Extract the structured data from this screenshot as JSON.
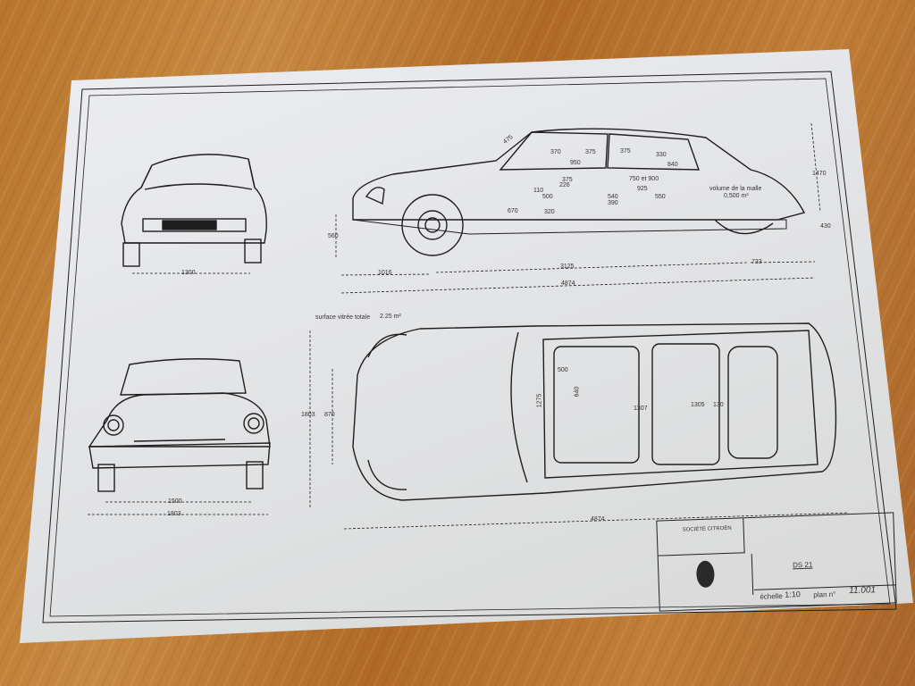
{
  "scene": {
    "description": "Photograph of a Citroën DS 21 technical blueprint on a wooden table",
    "colors": {
      "table": "#b8752e",
      "paper": "#e6e7ea",
      "ink": "#1e1e1e"
    }
  },
  "side_view": {
    "dims": {
      "windshield": "475",
      "front_window_h": "370",
      "b_pillar_span": "950",
      "front_door_window": "375",
      "rear_door_window": "375",
      "rear_window_h": "330",
      "rear_quarter": "840",
      "seat_375": "375",
      "seat_226": "226",
      "dim_110": "110",
      "seat_depth": "500",
      "dim_540": "540",
      "dim_390": "390",
      "legroom": "750 et 900",
      "dim_925": "925",
      "dim_550": "550",
      "dim_670": "670",
      "dim_320": "320",
      "front_overhang_h": "560",
      "height_total": "1470",
      "rear_h": "430"
    },
    "trunk_volume": "volume de la malle",
    "trunk_value": "0,500 m³",
    "front_overhang": "1016",
    "wheelbase": "3125",
    "rear_overhang": "733",
    "length": "4874"
  },
  "front_top_view": {
    "track_rear": "1300"
  },
  "front_view": {
    "track_front": "1500",
    "width": "1803"
  },
  "top_view": {
    "glass_area_label": "surface vitrée totale",
    "glass_area_value": "2.25 m²",
    "width": "1803",
    "mirror_span": "870",
    "front_width": "1275",
    "seat_500": "500",
    "seat_640": "640",
    "interior_1307": "1307",
    "interior_1305": "1305",
    "dim_130": "130",
    "length": "4874"
  },
  "title_block": {
    "company": "SOCIÉTÉ CITROËN",
    "model": "DS 21",
    "scale_label": "échelle",
    "scale_value": "1:10",
    "plan_label": "plan n°",
    "plan_value": "11.001"
  }
}
